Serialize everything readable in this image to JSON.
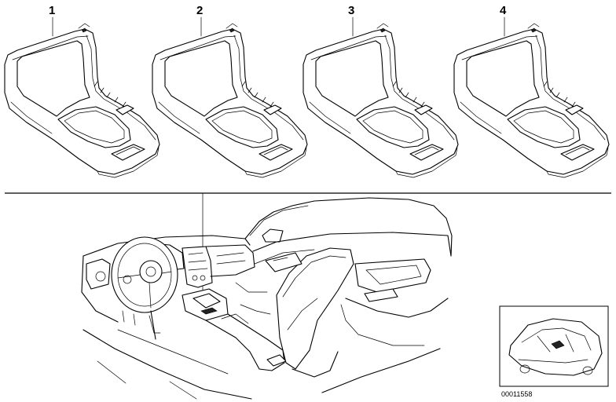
{
  "callouts": [
    {
      "number": "1"
    },
    {
      "number": "2"
    },
    {
      "number": "3"
    },
    {
      "number": "4"
    }
  ],
  "reference_number": "00011558",
  "icons": {
    "trim_panel": "center-console-trim-icon",
    "interior": "car-interior-icon",
    "locator": "car-locator-icon"
  }
}
